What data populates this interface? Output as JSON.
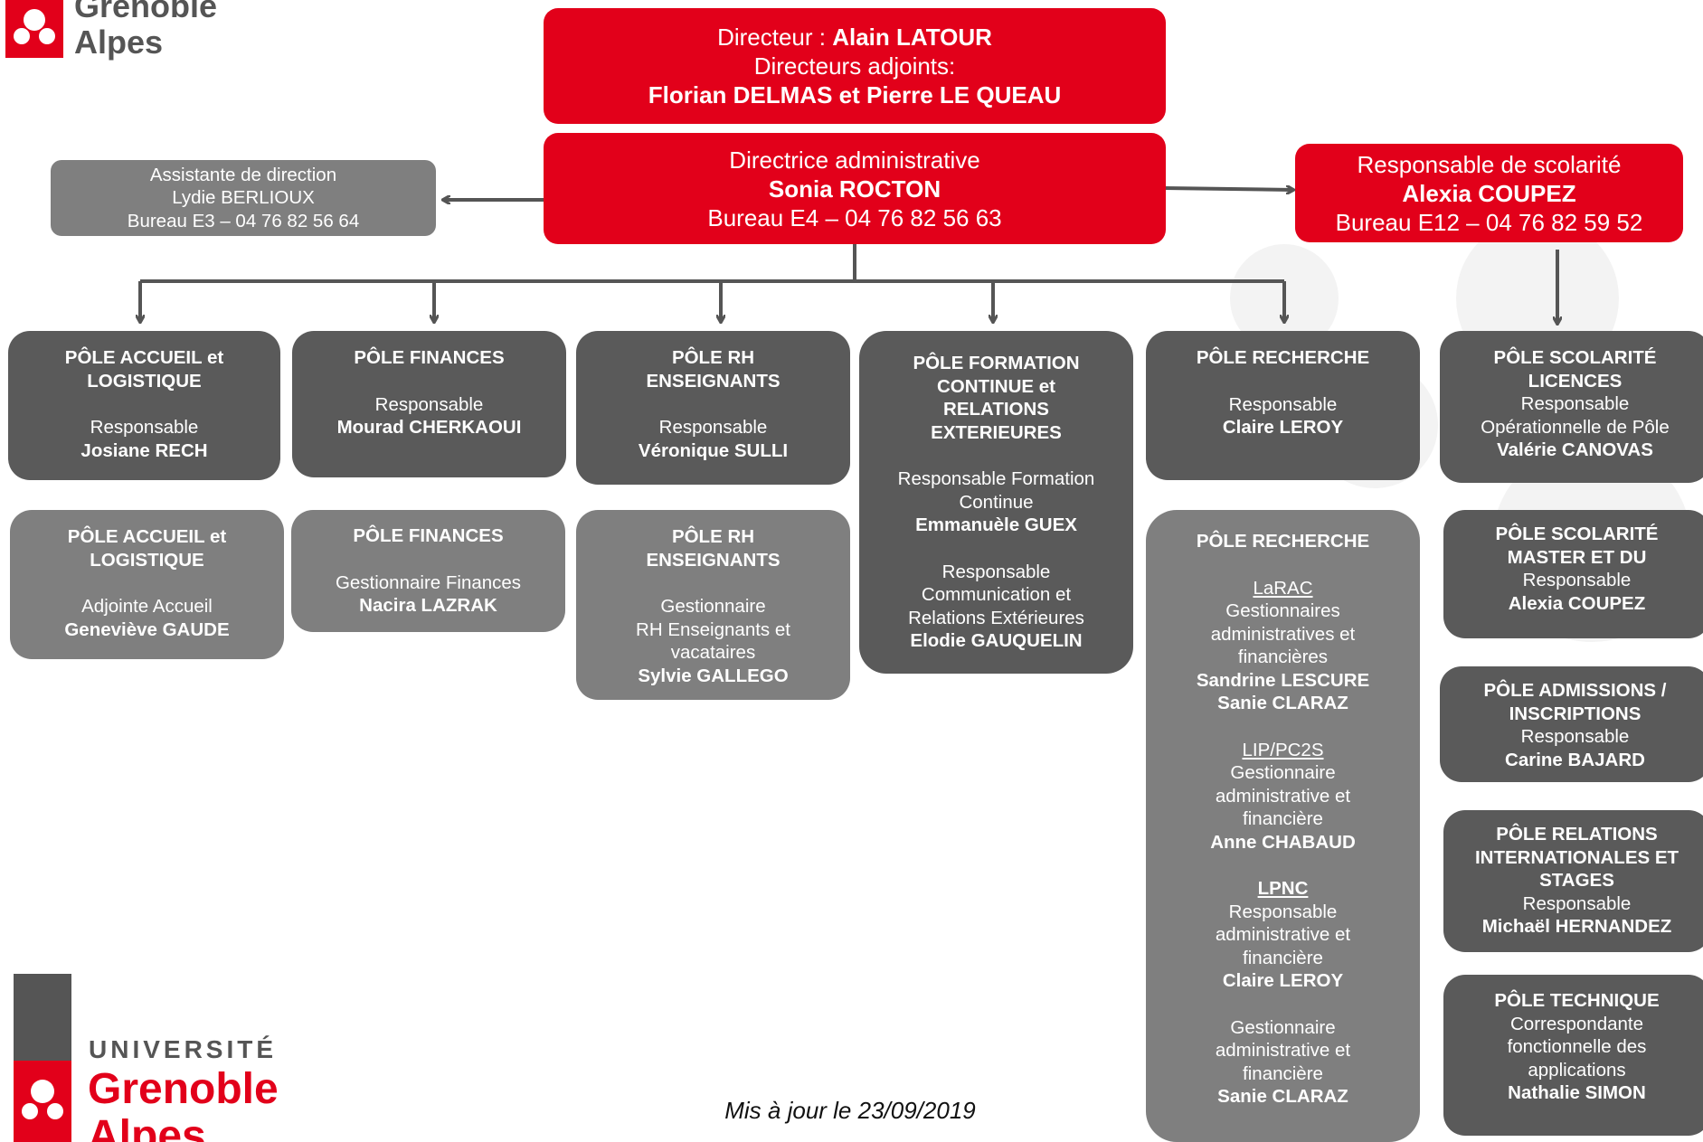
{
  "logo_top": {
    "line1": "Grenoble",
    "line2": "Alpes"
  },
  "logo_bottom": {
    "line0": "UNIVERSITÉ",
    "line1": "Grenoble",
    "line2": "Alpes"
  },
  "director": {
    "label": "Directeur : ",
    "name": "Alain LATOUR",
    "deputies_label": "Directeurs adjoints:",
    "deputies_names": "Florian DELMAS et Pierre LE QUEAU"
  },
  "admin_director": {
    "title": "Directrice administrative",
    "name": "Sonia ROCTON",
    "office": "Bureau E4 – 04 76 82 56 63"
  },
  "assistant": {
    "title": "Assistante de direction",
    "name": "Lydie BERLIOUX",
    "office": "Bureau E3 – 04 76 82 56 64"
  },
  "scolarite_head": {
    "title": "Responsable de scolarité",
    "name": "Alexia COUPEZ",
    "office": "Bureau E12 – 04 76 82 59 52"
  },
  "poles": {
    "accueil_1": {
      "title1": "PÔLE ACCUEIL et",
      "title2": "LOGISTIQUE",
      "role": "Responsable",
      "name": "Josiane RECH"
    },
    "accueil_2": {
      "title1": "PÔLE  ACCUEIL et",
      "title2": "LOGISTIQUE",
      "role": "Adjointe Accueil",
      "name": "Geneviève GAUDE"
    },
    "finances_1": {
      "title": "PÔLE FINANCES",
      "role": "Responsable",
      "name": "Mourad CHERKAOUI"
    },
    "finances_2": {
      "title": "PÔLE FINANCES",
      "role": "Gestionnaire Finances",
      "name": "Nacira LAZRAK"
    },
    "rh_1": {
      "title1": "PÔLE  RH",
      "title2": "ENSEIGNANTS",
      "role": "Responsable",
      "name": "Véronique SULLI"
    },
    "rh_2": {
      "title1": "PÔLE  RH",
      "title2": "ENSEIGNANTS",
      "role1": "Gestionnaire",
      "role2": "RH Enseignants et",
      "role3": "vacataires",
      "name": "Sylvie GALLEGO"
    },
    "formation": {
      "title1": "PÔLE FORMATION",
      "title2": "CONTINUE et",
      "title3": "RELATIONS",
      "title4": "EXTERIEURES",
      "role_a1": "Responsable Formation",
      "role_a2": "Continue",
      "name_a": "Emmanuèle GUEX",
      "role_b1": "Responsable",
      "role_b2": "Communication et",
      "role_b3": "Relations Extérieures",
      "name_b": "Elodie GAUQUELIN"
    },
    "recherche_1": {
      "title": "PÔLE RECHERCHE",
      "role": "Responsable",
      "name": "Claire LEROY"
    },
    "recherche_2": {
      "title": "PÔLE RECHERCHE",
      "larac": "LaRAC",
      "larac_r1": "Gestionnaires",
      "larac_r2": "administratives et",
      "larac_r3": "financières",
      "larac_n1": "Sandrine LESCURE",
      "larac_n2": "Sanie CLARAZ",
      "lip": "LIP/PC2S",
      "lip_r1": "Gestionnaire",
      "lip_r2": "administrative et",
      "lip_r3": "financière",
      "lip_n": "Anne CHABAUD",
      "lpnc": "LPNC",
      "lpnc_r1": "Responsable",
      "lpnc_r2": "administrative et",
      "lpnc_r3": "financière",
      "lpnc_n": "Claire LEROY",
      "g_r1": "Gestionnaire",
      "g_r2": "administrative et",
      "g_r3": "financière",
      "g_n": "Sanie CLARAZ"
    },
    "scol_licences": {
      "title1": "PÔLE SCOLARITÉ",
      "title2": "LICENCES",
      "role1": "Responsable",
      "role2": "Opérationnelle de Pôle",
      "name": "Valérie CANOVAS"
    },
    "scol_master": {
      "title1": "PÔLE SCOLARITÉ",
      "title2": "MASTER ET DU",
      "role": "Responsable",
      "name": "Alexia COUPEZ"
    },
    "admissions": {
      "title1": "PÔLE  ADMISSIONS /",
      "title2": "INSCRIPTIONS",
      "role": "Responsable",
      "name": "Carine BAJARD"
    },
    "relations_int": {
      "title1": "PÔLE RELATIONS",
      "title2": "INTERNATIONALES ET",
      "title3": "STAGES",
      "role": "Responsable",
      "name": "Michaël HERNANDEZ"
    },
    "technique": {
      "title": "PÔLE TECHNIQUE",
      "role1": "Correspondante",
      "role2": "fonctionnelle des",
      "role3": "applications",
      "name": "Nathalie SIMON"
    }
  },
  "footer": "Mis à jour le 23/09/2019",
  "colors": {
    "red": "#e2001a",
    "dark_grey": "#5a5a5a",
    "mid_grey": "#7f7f7f",
    "connector": "#555555"
  }
}
